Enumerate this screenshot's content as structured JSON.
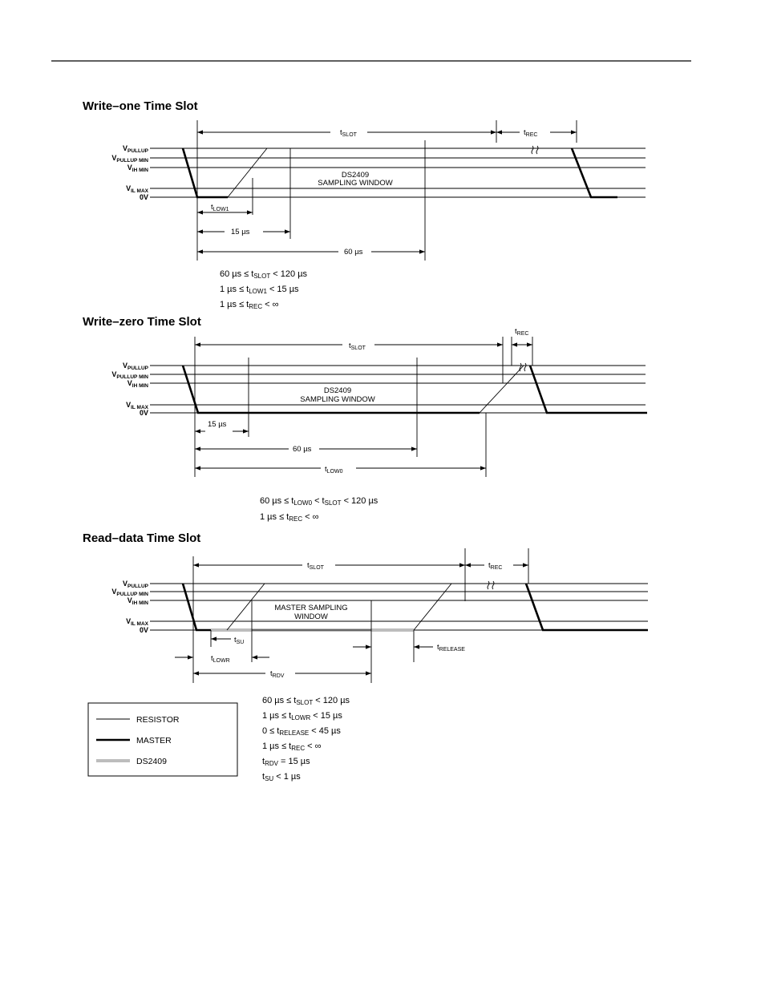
{
  "sections": [
    {
      "title": "Write–one Time Slot",
      "levels": [
        {
          "main": "V",
          "sub": "PULLUP"
        },
        {
          "main": "V",
          "sub": "PULLUP MIN"
        },
        {
          "main": "V",
          "sub": "IH MIN"
        },
        {
          "main": "V",
          "sub": "IL MAX"
        },
        {
          "main": "0V",
          "sub": ""
        }
      ],
      "window_label": [
        "DS2409",
        "SAMPLING WINDOW"
      ],
      "timings": [
        {
          "main": "t",
          "sub": "SLOT"
        },
        {
          "main": "t",
          "sub": "REC"
        },
        {
          "main": "t",
          "sub": "LOW1"
        },
        {
          "main": "15 µs",
          "sub": ""
        },
        {
          "main": "60 µs",
          "sub": ""
        }
      ],
      "equations": [
        [
          {
            "t": "60 µs ≤ t"
          },
          {
            "s": "SLOT"
          },
          {
            "t": " < 120 µs"
          }
        ],
        [
          {
            "t": "1 µs ≤ t"
          },
          {
            "s": "LOW1"
          },
          {
            "t": " < 15 µs"
          }
        ],
        [
          {
            "t": "1 µs ≤ t"
          },
          {
            "s": "REC"
          },
          {
            "t": " < ∞"
          }
        ]
      ]
    },
    {
      "title": "Write–zero Time Slot",
      "levels": [
        {
          "main": "V",
          "sub": "PULLUP"
        },
        {
          "main": "V",
          "sub": "PULLUP MIN"
        },
        {
          "main": "V",
          "sub": "IH MIN"
        },
        {
          "main": "V",
          "sub": "IL MAX"
        },
        {
          "main": "0V",
          "sub": ""
        }
      ],
      "window_label": [
        "DS2409",
        "SAMPLING WINDOW"
      ],
      "timings": [
        {
          "main": "t",
          "sub": "SLOT"
        },
        {
          "main": "t",
          "sub": "REC"
        },
        {
          "main": "15 µs",
          "sub": ""
        },
        {
          "main": "60 µs",
          "sub": ""
        },
        {
          "main": "t",
          "sub": "LOW0"
        }
      ],
      "equations": [
        [
          {
            "t": "60 µs ≤ t"
          },
          {
            "s": "LOW0"
          },
          {
            "t": " < t"
          },
          {
            "s": "SLOT"
          },
          {
            "t": " < 120 µs"
          }
        ],
        [
          {
            "t": "1 µs ≤ t"
          },
          {
            "s": "REC"
          },
          {
            "t": " < ∞"
          }
        ]
      ]
    },
    {
      "title": "Read–data Time Slot",
      "levels": [
        {
          "main": "V",
          "sub": "PULLUP"
        },
        {
          "main": "V",
          "sub": "PULLUP MIN"
        },
        {
          "main": "V",
          "sub": "IH MIN"
        },
        {
          "main": "V",
          "sub": "IL MAX"
        },
        {
          "main": "0V",
          "sub": ""
        }
      ],
      "window_label": [
        "MASTER SAMPLING",
        "WINDOW"
      ],
      "timings": [
        {
          "main": "t",
          "sub": "SLOT"
        },
        {
          "main": "t",
          "sub": "REC"
        },
        {
          "main": "t",
          "sub": "SU"
        },
        {
          "main": "t",
          "sub": "LOWR"
        },
        {
          "main": "t",
          "sub": "RDV"
        },
        {
          "main": "t",
          "sub": "RELEASE"
        }
      ],
      "equations": [
        [
          {
            "t": "60 µs ≤ t"
          },
          {
            "s": "SLOT"
          },
          {
            "t": " < 120 µs"
          }
        ],
        [
          {
            "t": "1 µs ≤ t"
          },
          {
            "s": "LOWR"
          },
          {
            "t": " < 15 µs"
          }
        ],
        [
          {
            "t": "0 ≤ t"
          },
          {
            "s": "RELEASE"
          },
          {
            "t": " < 45 µs"
          }
        ],
        [
          {
            "t": "1 µs ≤ t"
          },
          {
            "s": "REC"
          },
          {
            "t": " < ∞"
          }
        ],
        [
          {
            "t": "t"
          },
          {
            "s": "RDV"
          },
          {
            "t": " = 15 µs"
          }
        ],
        [
          {
            "t": "t"
          },
          {
            "s": "SU"
          },
          {
            "t": " < 1 µs"
          }
        ]
      ]
    }
  ],
  "legend": [
    {
      "label": "RESISTOR",
      "style": "thin",
      "color": "#000000"
    },
    {
      "label": "MASTER",
      "style": "thick",
      "color": "#000000"
    },
    {
      "label": "DS2409",
      "style": "gray",
      "color": "#bdbdbd"
    }
  ]
}
